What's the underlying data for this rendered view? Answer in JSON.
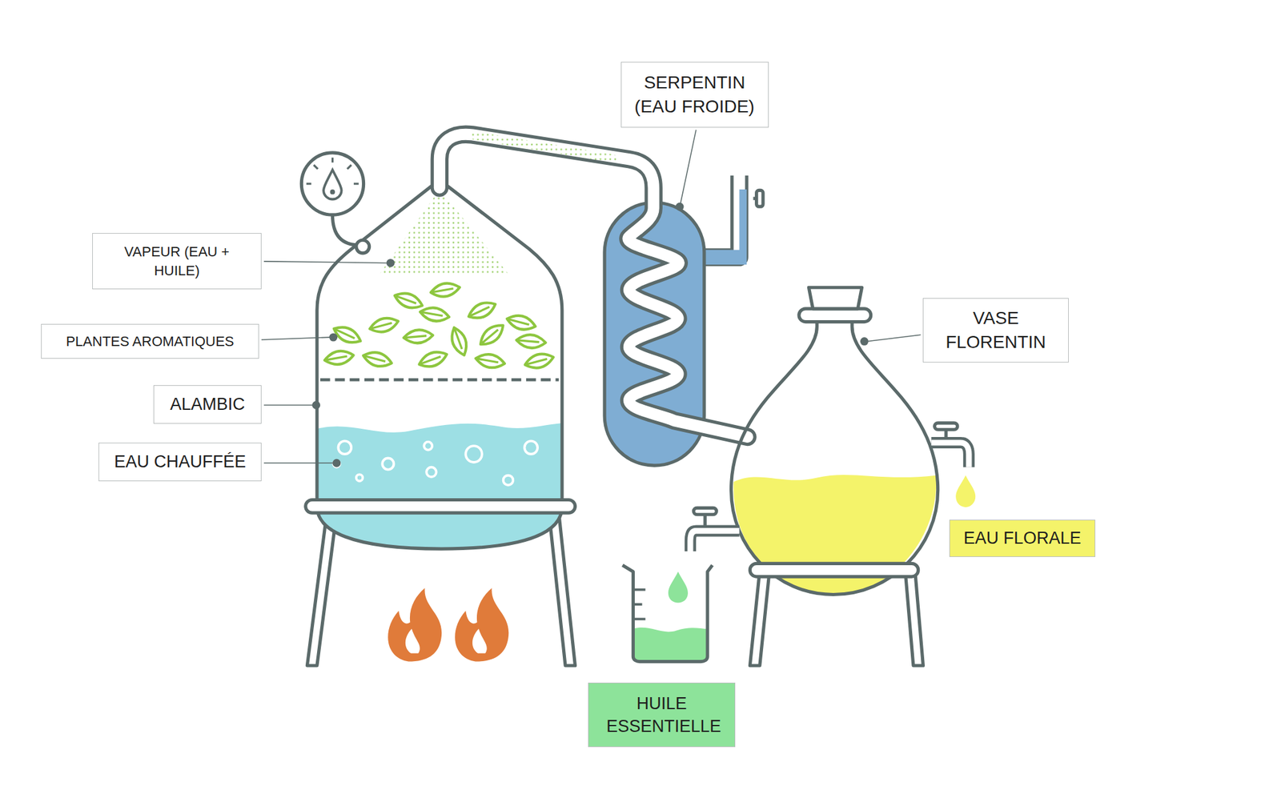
{
  "diagram": {
    "nodes": [
      {
        "text": [
          "SERPENTIN (EAU FROIDE)"
        ]
      },
      {
        "text": [
          "VAPEUR (EAU + HUILE)"
        ]
      },
      {
        "text": [
          "VASE FLORENTIN"
        ]
      },
      {
        "text": [
          "PLANTES AROMATIQUES"
        ]
      },
      {
        "text": [
          "ALAMBIC"
        ]
      },
      {
        "text": [
          "EAU CHAUFFÉE"
        ]
      },
      {
        "text": [
          "EAU FLORALE"
        ]
      },
      {
        "text": [
          "HUILE ESSENTIELLE"
        ]
      }
    ]
  }
}
